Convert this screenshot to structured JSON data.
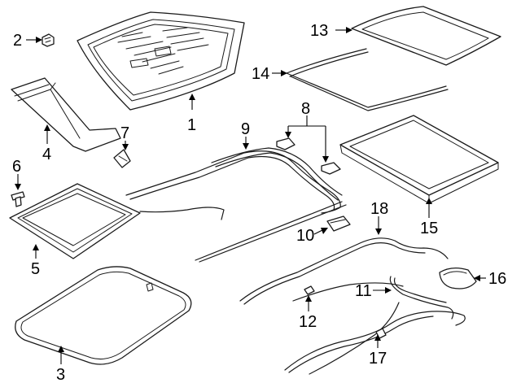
{
  "callouts": [
    {
      "id": "c1",
      "number": "1"
    },
    {
      "id": "c2",
      "number": "2"
    },
    {
      "id": "c3",
      "number": "3"
    },
    {
      "id": "c4",
      "number": "4"
    },
    {
      "id": "c5",
      "number": "5"
    },
    {
      "id": "c6",
      "number": "6"
    },
    {
      "id": "c7",
      "number": "7"
    },
    {
      "id": "c8",
      "number": "8"
    },
    {
      "id": "c9",
      "number": "9"
    },
    {
      "id": "c10",
      "number": "10"
    },
    {
      "id": "c11",
      "number": "11"
    },
    {
      "id": "c12",
      "number": "12"
    },
    {
      "id": "c13",
      "number": "13"
    },
    {
      "id": "c14",
      "number": "14"
    },
    {
      "id": "c15",
      "number": "15"
    },
    {
      "id": "c16",
      "number": "16"
    },
    {
      "id": "c17",
      "number": "17"
    },
    {
      "id": "c18",
      "number": "18"
    }
  ]
}
